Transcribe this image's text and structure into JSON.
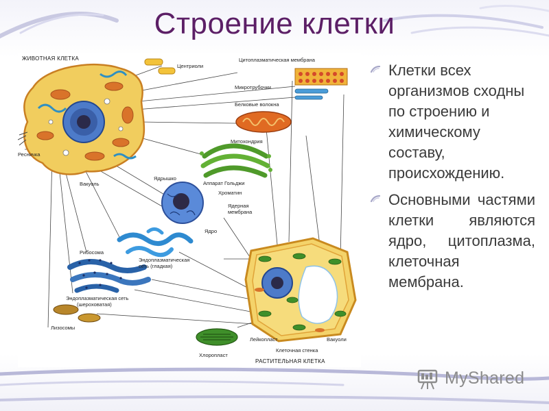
{
  "slide": {
    "title": "Строение клетки",
    "bullets": [
      "Клетки всех организмов сходны по строению и химическому составу, происхождению.",
      "Основными частями клетки являются ядро, цитоплазма, клеточная мембрана."
    ],
    "colors": {
      "title": "#5c1f66",
      "body_text": "#3a3a3a",
      "accent_swoosh": "#b8b8d8"
    }
  },
  "diagram": {
    "labels": {
      "animal_cell": "ЖИВОТНАЯ КЛЕТКА",
      "centrioles": "Центриоли",
      "cytoplasmic_membrane": "Цитоплазматическая мембрана",
      "microtubules": "Микротрубочки",
      "protein_fibers": "Белковые волокна",
      "mitochondria": "Митохондрия",
      "cilium": "Ресничка",
      "nucleolus": "Ядрышко",
      "golgi": "Аппарат Гольджи",
      "chromatin": "Хроматин",
      "vacuole": "Вакуоль",
      "nuclear_membrane_1": "Ядерная",
      "nuclear_membrane_2": "мембрана",
      "nucleus": "Ядро",
      "ribosome": "Рибосома",
      "smooth_er_1": "Эндоплазматическая",
      "smooth_er_2": "сеть (гладкая)",
      "rough_er_1": "Эндоплазматическая сеть",
      "rough_er_2": "(шероховатая)",
      "lysosomes": "Лизосомы",
      "leucoplast": "Лейкопласт",
      "vacuoles": "Вакуоли",
      "cell_wall": "Клеточная стенка",
      "chloroplast": "Хлоропласт",
      "plant_cell": "РАСТИТЕЛЬНАЯ КЛЕТКА"
    }
  },
  "watermark": {
    "text": "MyShared",
    "icon": "projector-icon"
  }
}
